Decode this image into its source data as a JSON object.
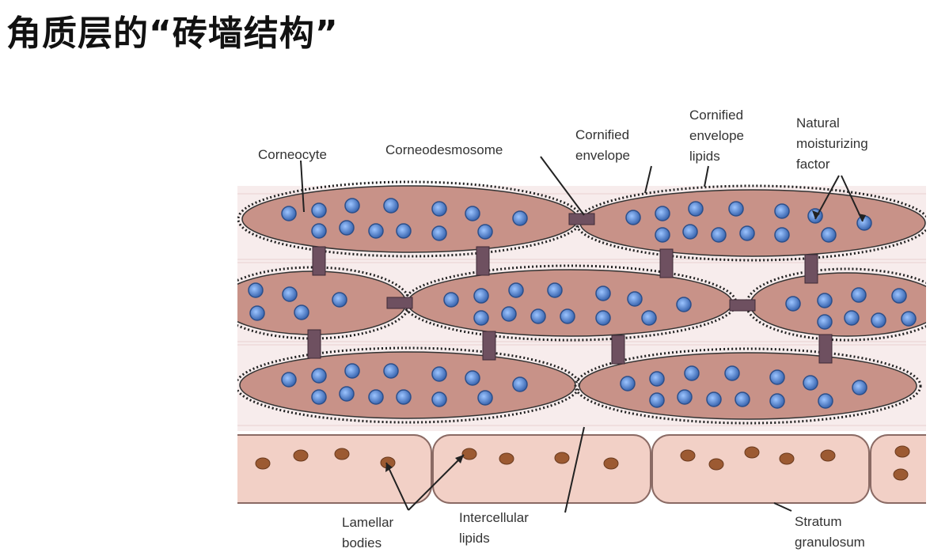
{
  "title": "角质层的“砖墙结构”",
  "labels": {
    "corneocyte": "Corneocyte",
    "corneodesmosome": "Corneodesmosome",
    "cornified_envelope": [
      "Cornified",
      "envelope"
    ],
    "cornified_envelope_lipids": [
      "Cornified",
      "envelope",
      "lipids"
    ],
    "natural_moisturizing_factor": [
      "Natural",
      "moisturizing",
      "factor"
    ],
    "lamellar_bodies": [
      "Lamellar",
      "bodies"
    ],
    "intercellular_lipids": [
      "Intercellular",
      "lipids"
    ],
    "stratum_granulosum": [
      "Stratum",
      "granulosum"
    ]
  },
  "colors": {
    "cell_fill": "#c89288",
    "granulosum_fill": "#f2d0c6",
    "desmosome": "#6e5060",
    "nmf_dot": "#4a78c2",
    "lamellar_body": "#9c5a32"
  }
}
